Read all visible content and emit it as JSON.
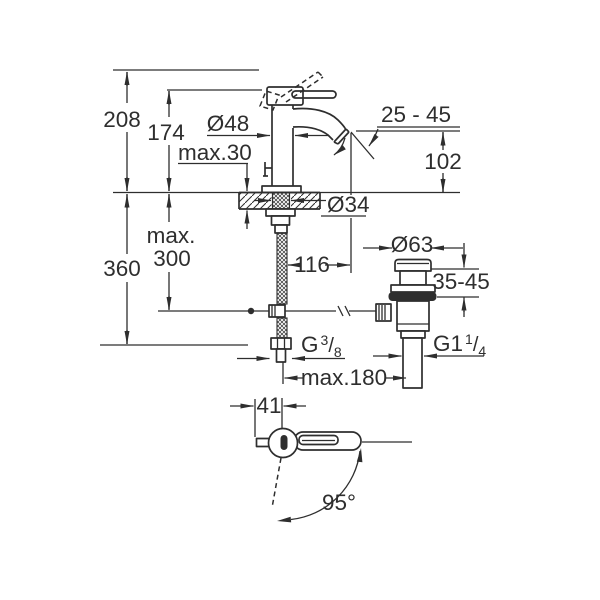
{
  "drawing": {
    "kind": "faucet-dimension-diagram",
    "views": [
      "front-view-with-countertop-section",
      "pop-up-waste-side",
      "handle-top-view"
    ]
  },
  "colors": {
    "line": "#2e2e2e",
    "background": "#ffffff"
  },
  "labels": {
    "overall_height": "208",
    "height_to_lever": "174",
    "body_diameter": "Ø48",
    "max_deck": "max.30",
    "stream_range": "25 - 45",
    "spout_height": "102",
    "hole_diameter": "Ø34",
    "max_hose_1": "max.",
    "max_hose_2": "300",
    "total_depth": "360",
    "spout_reach": "116",
    "waste_cap_diameter": "Ø63",
    "waste_deck_range": "35-45",
    "supply_thread_base": "G",
    "supply_thread_num": "3",
    "supply_thread_slash": "/",
    "supply_thread_den": "8",
    "waste_thread_base": "G1",
    "waste_thread_num": "1",
    "waste_thread_slash": "/",
    "waste_thread_den": "4",
    "max_projection": "max.180",
    "handle_offset": "41",
    "handle_swivel_angle": "95°"
  }
}
